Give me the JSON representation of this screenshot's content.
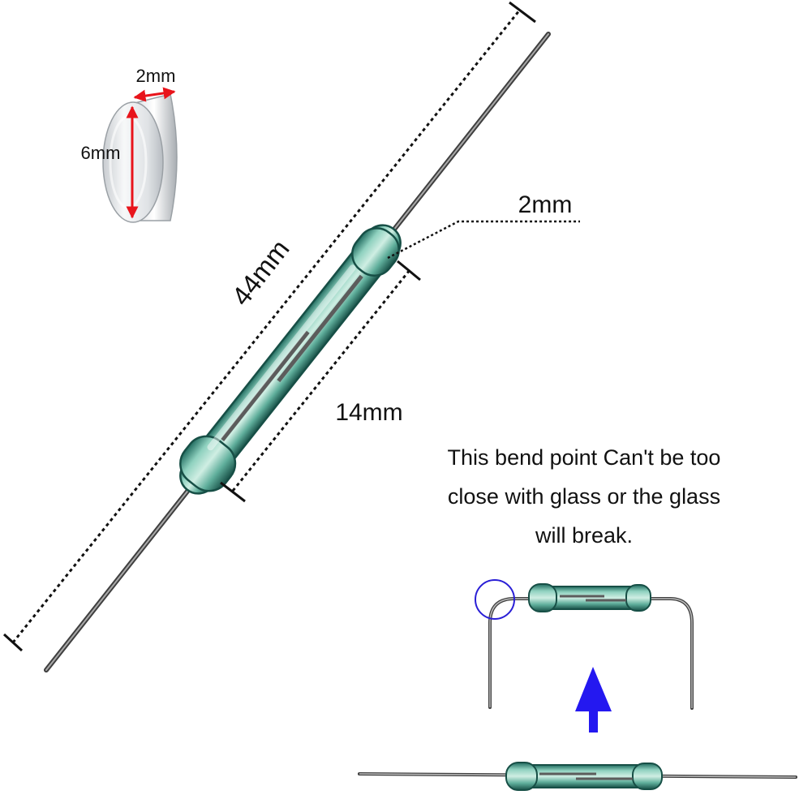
{
  "labels": {
    "magnet_thickness": "2mm",
    "magnet_diameter": "6mm",
    "total_length": "44mm",
    "glass_diameter": "2mm",
    "glass_length": "14mm"
  },
  "note": {
    "line1": "This bend point Can't be too",
    "line2": "close with glass or the glass",
    "line3": "will break."
  },
  "colors": {
    "dimension_arrow": "#e8141b",
    "bend_marker": "#2a1fd6",
    "up_arrow": "#2418f0",
    "glass": "#2f8f7c",
    "wire": "#6e6e6e"
  },
  "icons": {
    "magnet": "disc-magnet-icon",
    "reed_switch": "reed-switch-icon",
    "bend_marker": "circle-marker-icon",
    "up_arrow": "arrow-up-icon"
  }
}
